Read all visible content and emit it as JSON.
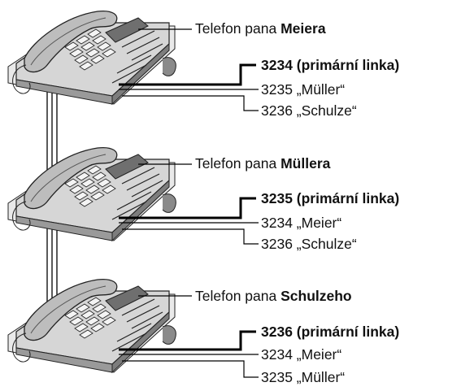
{
  "phones": [
    {
      "label_prefix": "Telefon pana",
      "label_name": "Meiera",
      "primary_line": "3234 (primární linka)",
      "lines": [
        "3235 „Müller“",
        "3236 „Schulze“"
      ]
    },
    {
      "label_prefix": "Telefon pana",
      "label_name": "Müllera",
      "primary_line": "3235 (primární linka)",
      "lines": [
        "3234 „Meier“",
        "3236 „Schulze“"
      ]
    },
    {
      "label_prefix": "Telefon pana",
      "label_name": "Schulzeho",
      "primary_line": "3236 (primární linka)",
      "lines": [
        "3234 „Meier“",
        "3235 „Müller“"
      ]
    }
  ],
  "colors": {
    "phone_body": "#cfcfcf",
    "phone_dark": "#6f6f6f",
    "line": "#000000"
  }
}
